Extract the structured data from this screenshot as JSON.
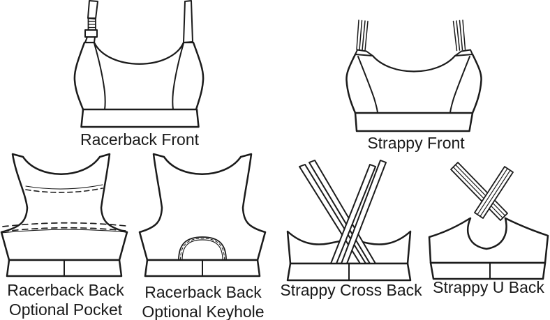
{
  "canvas": {
    "background": "#ffffff",
    "line_color": "#1b1b1b",
    "text_color": "#1a1a1a"
  },
  "figures": {
    "racerback_front": {
      "label": "Racerback Front"
    },
    "strappy_front": {
      "label": "Strappy Front"
    },
    "racerback_back_pocket": {
      "label_line1": "Racerback Back",
      "label_line2": "Optional Pocket"
    },
    "racerback_back_keyhole": {
      "label_line1": "Racerback Back",
      "label_line2": "Optional Keyhole"
    },
    "strappy_cross_back": {
      "label": "Strappy Cross Back"
    },
    "strappy_u_back": {
      "label": "Strappy U Back"
    }
  }
}
